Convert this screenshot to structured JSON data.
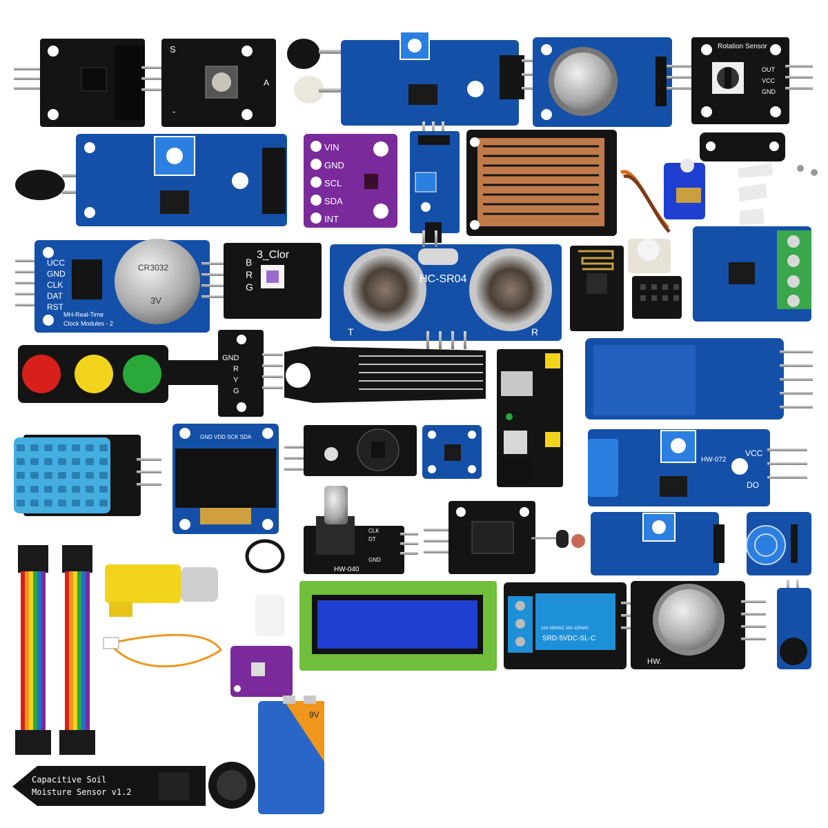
{
  "palette": {
    "pcb_black": "#141414",
    "pcb_blue": "#1550a8",
    "pcb_purple": "#7a2a9a",
    "lcd_green": "#6fbf3a",
    "lcd_blue": "#1f3fd0",
    "led_red": "#d8201a",
    "led_yellow": "#f2d41c",
    "led_green": "#2aa83a",
    "dht_blue": "#45aee0",
    "battery_blue": "#2a66c8",
    "battery_orange": "#f0961c",
    "relay_blue": "#1e90d8",
    "terminal_green": "#3aa84a",
    "pin_metal": "#9a9a9a"
  },
  "labels": {
    "key_s": "S",
    "key_minus": "-",
    "key_a": "A",
    "rotation_title": "Rotation Sensor",
    "rotation_out": "OUT",
    "rotation_vcc": "VCC",
    "rotation_gnd": "GND",
    "gy_vin": "VIN",
    "gy_gnd": "GND",
    "gy_scl": "SCL",
    "gy_sda": "SDA",
    "gy_int": "INT",
    "rtc_ucc": "UCC",
    "rtc_gnd": "GND",
    "rtc_clk": "CLK",
    "rtc_dat": "DAT",
    "rtc_rst": "RST",
    "rtc_name1": "MH-Real-Time",
    "rtc_name2": "Clock Modules - 2",
    "coin_cell": "CR3032",
    "coin_volt": "3V",
    "rgb_title": "3_Clor",
    "rgb_b": "B",
    "rgb_r": "R",
    "rgb_g": "G",
    "ultra_title": "HC-SR04",
    "ultra_t": "T",
    "ultra_r": "R",
    "traffic_gnd": "GND",
    "traffic_r": "R",
    "traffic_y": "Y",
    "traffic_g": "G",
    "oled_pins": "GND VDD SCK SDA",
    "hw072": "HW-072",
    "vcc": "VCC",
    "do": "DO",
    "hw040": "HW-040",
    "enc_clk": "CLK",
    "enc_dt": "DT",
    "enc_gnd": "GND",
    "relay_model": "SRD-5VDC-SL-C",
    "relay_spec": "10A 250VAC 10A 125VAC",
    "hw": "HW.",
    "battery_volt": "9V",
    "soil_line1": "Capacitive  Soil",
    "soil_line2": "Moisture Sensor v1.2"
  }
}
